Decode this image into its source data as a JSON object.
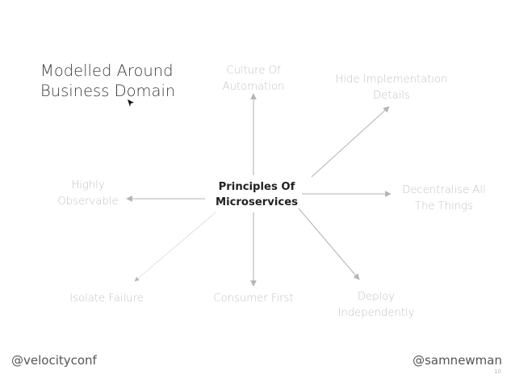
{
  "diagram": {
    "center": "Principles Of\nMicroservices",
    "highlighted": "Modelled Around\nBusiness Domain",
    "principles": [
      "Culture Of\nAutomation",
      "Hide Implementation\nDetails",
      "Decentralise All\nThe Things",
      "Deploy\nIndependently",
      "Consumer First",
      "Isolate Failure",
      "Highly\nObservable"
    ]
  },
  "footer": {
    "left_handle": "@velocityconf",
    "right_handle": "@samnewman",
    "page_number": "10"
  },
  "colors": {
    "arrow": "#b5b5b5",
    "faded_label": "#c4c4c4",
    "center_text": "#222222",
    "highlight_text": "#3a3a3a"
  }
}
